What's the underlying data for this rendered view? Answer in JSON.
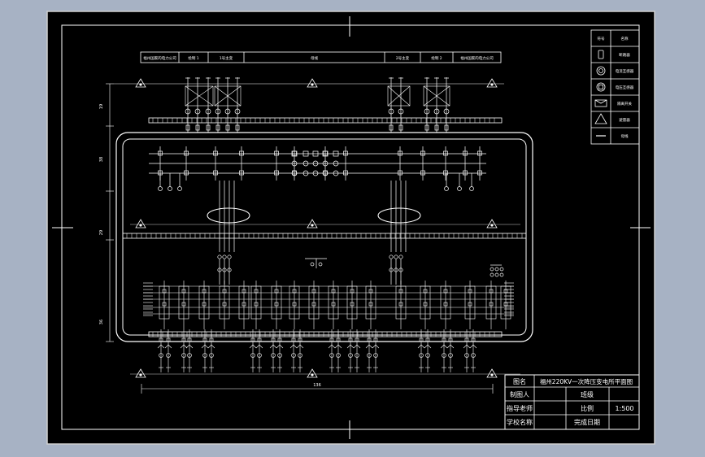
{
  "colors": {
    "window_bg": "#a7b2c4",
    "paper": "#000000",
    "line": "#ffffff",
    "gray": "#8f8f8f",
    "border": "#cfcfcf"
  },
  "header_row": {
    "cells": [
      "福州国家的电力公司",
      "绘制 1",
      "1号主变",
      "母线",
      "2号主变",
      "绘制 2",
      "福州国家的电力公司"
    ]
  },
  "legend": {
    "header": [
      "符号",
      "名称"
    ],
    "rows": [
      {
        "icon": "breaker-symbol",
        "name": "断路器"
      },
      {
        "icon": "current-transformer-symbol",
        "name": "电流互感器"
      },
      {
        "icon": "voltage-transformer-symbol",
        "name": "电压互感器"
      },
      {
        "icon": "disconnector-symbol",
        "name": "隔离开关"
      },
      {
        "icon": "lightning-arrester-symbol",
        "name": "避雷器"
      },
      {
        "icon": "busbar-symbol",
        "name": "母线"
      }
    ]
  },
  "dimensions": {
    "left": [
      "19",
      "38",
      "29",
      "36"
    ],
    "bottom": "136"
  },
  "title_block": {
    "title_label": "图名",
    "title_value": "福州220KV一次降压变电所平面图",
    "drawn_by": "制图人",
    "class_label": "班级",
    "advisor": "指导老师",
    "scale_label": "比例",
    "scale_value": "1:500",
    "school": "学校名称",
    "date_label": "完成日期"
  }
}
